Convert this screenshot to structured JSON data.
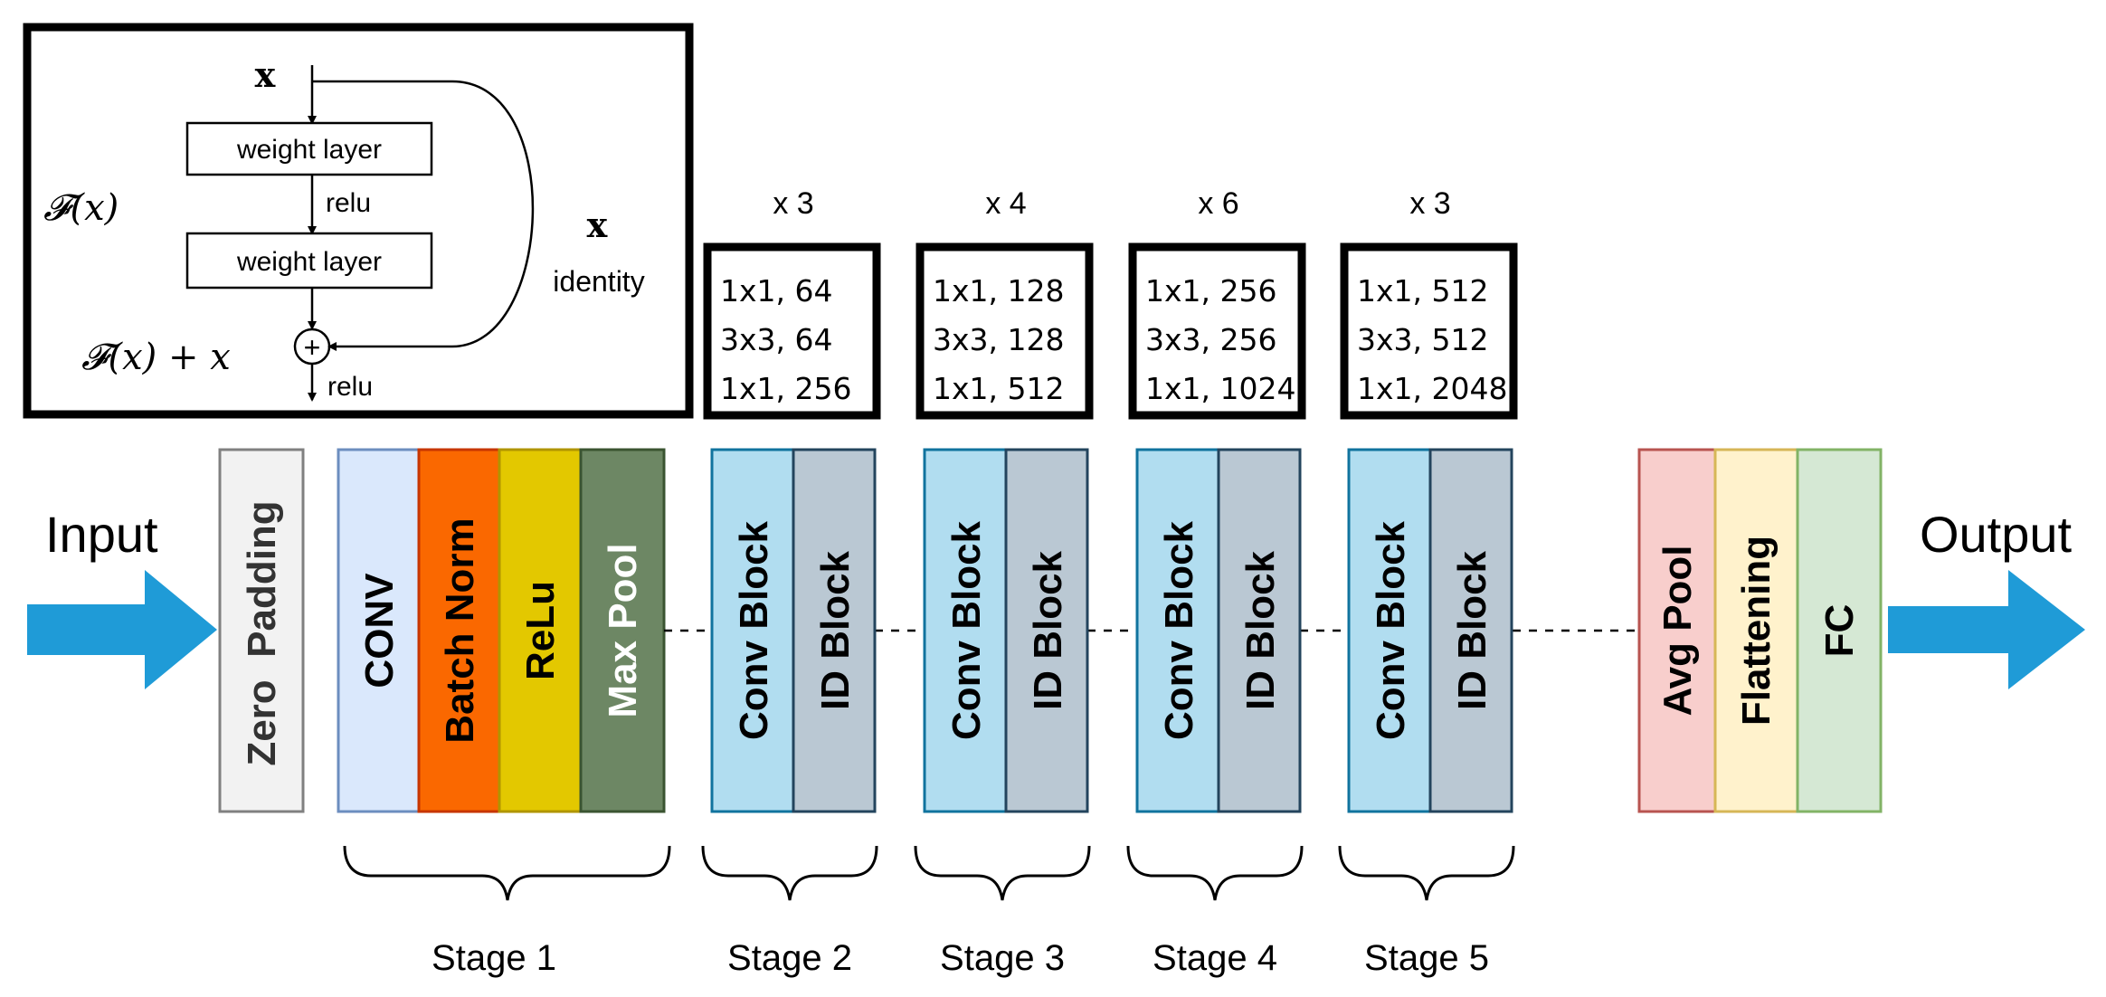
{
  "residual_block": {
    "input_symbol": "x",
    "layer1": "weight layer",
    "layer2": "weight layer",
    "relu_mid": "relu",
    "relu_out": "relu",
    "fx_label": "𝓕(x)",
    "fx_plus_x_label": "𝓕(x) + x",
    "identity_symbol": "x",
    "identity_label": "identity",
    "plus_symbol": "+"
  },
  "io": {
    "input": "Input",
    "output": "Output"
  },
  "colors": {
    "arrow": "#1f9bd7",
    "zero_padding": "#f2f2f2",
    "conv": "#dae8fc",
    "batch_norm": "#fa6800",
    "relu": "#e3c800",
    "max_pool": "#6d8764",
    "conv_block": "#b1ddf0",
    "id_block": "#bac8d3",
    "avg_pool": "#f8cecc",
    "flattening": "#fff2cc",
    "fc": "#d5e8d4"
  },
  "blocks": {
    "zero_padding": "Zero  Padding",
    "conv": "CONV",
    "batch_norm": "Batch Norm",
    "relu": "ReLu",
    "max_pool": "Max Pool",
    "avg_pool": "Avg Pool",
    "flattening": "Flattening",
    "fc": "FC"
  },
  "stages": [
    {
      "label": "Stage 1"
    },
    {
      "label": "Stage 2",
      "repeat": "x 3",
      "specs": [
        "1x1, 64",
        "3x3, 64",
        "1x1, 256"
      ],
      "conv_block": "Conv Block",
      "id_block": "ID Block"
    },
    {
      "label": "Stage 3",
      "repeat": "x 4",
      "specs": [
        "1x1, 128",
        "3x3, 128",
        "1x1, 512"
      ],
      "conv_block": "Conv Block",
      "id_block": "ID Block"
    },
    {
      "label": "Stage 4",
      "repeat": "x 6",
      "specs": [
        "1x1, 256",
        "3x3, 256",
        "1x1, 1024"
      ],
      "conv_block": "Conv Block",
      "id_block": "ID Block"
    },
    {
      "label": "Stage 5",
      "repeat": "x 3",
      "specs": [
        "1x1, 512",
        "3x3, 512",
        "1x1, 2048"
      ],
      "conv_block": "Conv Block",
      "id_block": "ID Block"
    }
  ]
}
